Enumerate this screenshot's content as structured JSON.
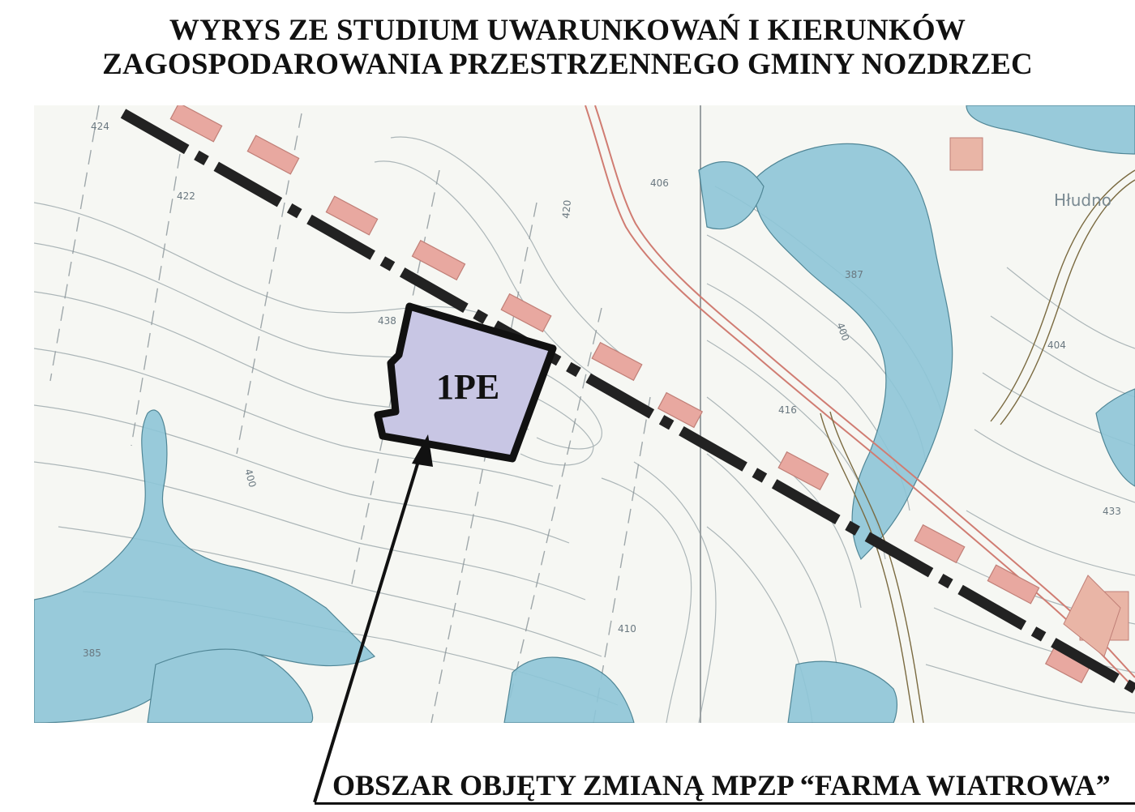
{
  "title": {
    "line1": "WYRYS ZE STUDIUM UWARUNKOWAŃ I KIERUNKÓW",
    "line2": "ZAGOSPODAROWANIA PRZESTRZENNEGO GMINY NOZDRZEC"
  },
  "map": {
    "zone_label": "1PE",
    "place_names": [
      "Hłudno"
    ],
    "elevation_labels": [
      "424",
      "422",
      "438",
      "420",
      "406",
      "387",
      "400",
      "404",
      "416",
      "400",
      "410",
      "433",
      "385"
    ]
  },
  "caption": "OBSZAR OBJĘTY ZMIANĄ MPZP “FARMA WIATROWA”",
  "colors": {
    "water_blue": "#8ec6d8",
    "road_pink": "#e8a8a0",
    "zone_fill": "#c8c6e4",
    "line_black": "#222222"
  }
}
